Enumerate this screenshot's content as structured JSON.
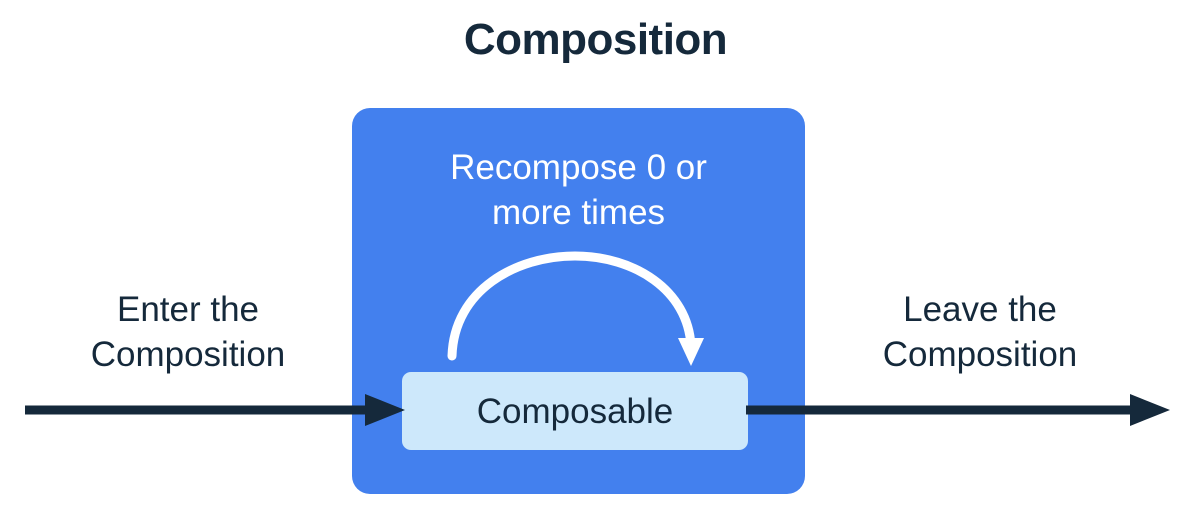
{
  "diagram": {
    "title": "Composition",
    "type": "flow-diagram",
    "colors": {
      "background": "#ffffff",
      "composition_fill": "#4380ee",
      "composable_fill": "#cde8fb",
      "text_dark": "#15293b",
      "text_light": "#ffffff",
      "arrow_dark": "#15293b",
      "loop_arrow": "#ffffff"
    },
    "composition_region": {
      "name": "Composition",
      "caption": "Recompose 0 or\nmore times",
      "caption_line1": "Recompose 0 or",
      "caption_line2": "more times"
    },
    "composable_node": {
      "label": "Composable"
    },
    "loop_arrow": {
      "label": "recompose-loop",
      "description": "Curved white arrow looping from the left side of the Composable node over the top and back down into its right side"
    },
    "enter_flow": {
      "caption_line1": "Enter the",
      "caption_line2": "Composition",
      "arrow_direction": "right"
    },
    "leave_flow": {
      "caption_line1": "Leave the",
      "caption_line2": "Composition",
      "arrow_direction": "right"
    }
  }
}
